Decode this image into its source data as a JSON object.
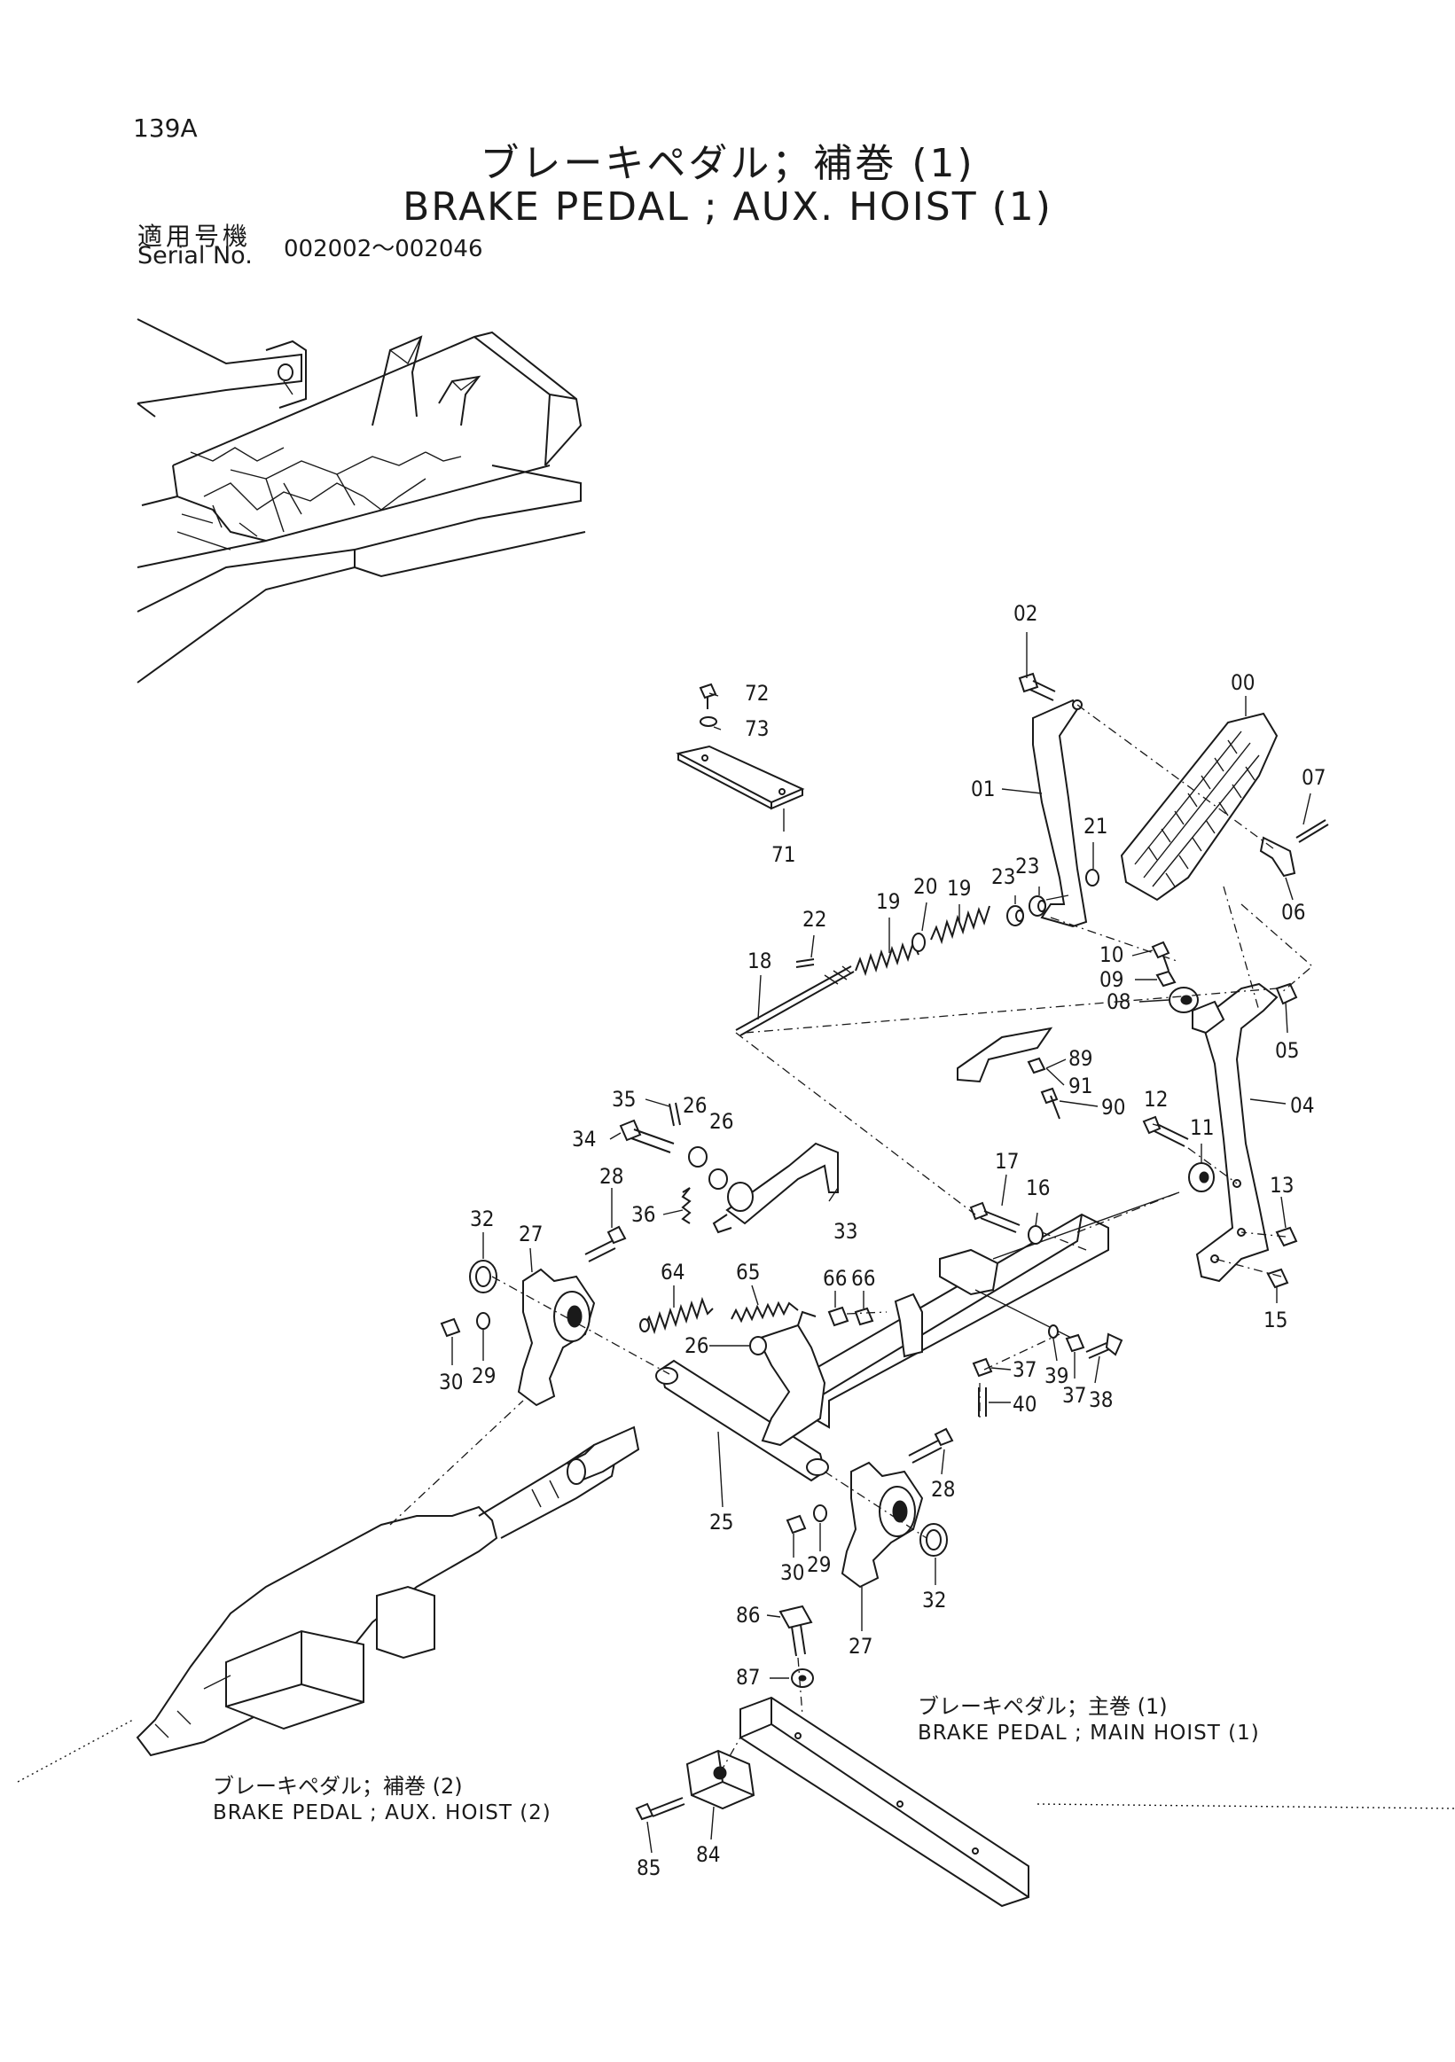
{
  "header": {
    "page_code": "139A",
    "title_jp": "ブレーキペダル；補巻 (1)",
    "title_en": "BRAKE PEDAL ; AUX. HOIST (1)",
    "serial_label_jp": "適用号機",
    "serial_label_en": "Serial No.",
    "serial_range": "002002～002046"
  },
  "references": [
    {
      "label_jp": "ブレーキペダル；主巻 (1)",
      "label_en": "BRAKE PEDAL ; MAIN HOIST (1)"
    },
    {
      "label_jp": "ブレーキペダル；補巻 (2)",
      "label_en": "BRAKE PEDAL ; AUX. HOIST (2)"
    }
  ],
  "callouts": [
    "02",
    "00",
    "07",
    "01",
    "21",
    "23",
    "23",
    "06",
    "72",
    "73",
    "71",
    "19",
    "20",
    "19",
    "22",
    "18",
    "10",
    "09",
    "08",
    "05",
    "04",
    "89",
    "91",
    "90",
    "35",
    "26",
    "26",
    "34",
    "12",
    "11",
    "13",
    "28",
    "36",
    "33",
    "17",
    "16",
    "32",
    "27",
    "64",
    "65",
    "66",
    "66",
    "15",
    "30",
    "29",
    "26",
    "37",
    "39",
    "37",
    "38",
    "40",
    "28",
    "25",
    "30",
    "29",
    "32",
    "27",
    "86",
    "87",
    "85",
    "84"
  ]
}
